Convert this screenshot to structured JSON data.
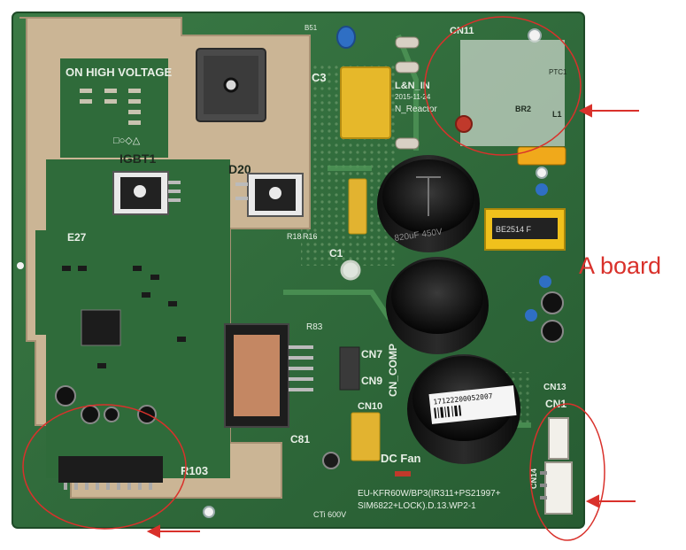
{
  "photo": {
    "annotation": "A board",
    "annotation_color": "#d9312b",
    "board_color": "#2f6b3a",
    "shield_color": "#cbb595",
    "silkscreen": {
      "high_voltage": "ON HIGH VOLTAGE",
      "igbt": "IGBT1",
      "d20": "D20",
      "e27": "E27",
      "c3": "C3",
      "ln_in": "L&N_IN",
      "date": "2015-11-24",
      "n_reactor": "N_Reactor",
      "cn11": "CN11",
      "c1": "C1",
      "r18": "R18",
      "r16": "R16",
      "r83": "R83",
      "cn7": "CN7",
      "cn9": "CN9",
      "cn10": "CN10",
      "cn_comp": "CN_COMP",
      "c81": "C81",
      "dc_fan": "DC Fan",
      "r103": "R103",
      "cn13": "CN13",
      "cn1": "CN1",
      "cn14": "CN14",
      "model_line1": "EU-KFR60W/BP3(IR311+PS21997+",
      "model_line2": "SIM6822+LOCK).D.13.WP2-1",
      "cti": "CTi 600V",
      "ptc1": "PTC1",
      "br2": "BR2",
      "l1": "L1",
      "b51": "B51",
      "cap_text": "820uF 450V",
      "barcode": "17122200052007"
    }
  }
}
